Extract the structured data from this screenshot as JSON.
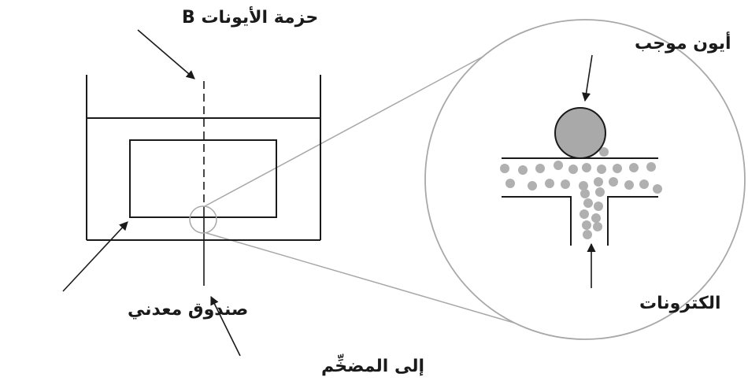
{
  "labels": {
    "ion_beam": "حزمة الأيونات B",
    "metal_box": "صندوق معدني",
    "to_amplifier": "إلى المضخِّم",
    "positive_ion": "أيون موجب",
    "electrons": "الكترونات"
  },
  "colors": {
    "ion_fill": "#a9a9a9",
    "electron_dots": "#b0b0b0",
    "magnifier_lines": "#a8a8a8"
  }
}
